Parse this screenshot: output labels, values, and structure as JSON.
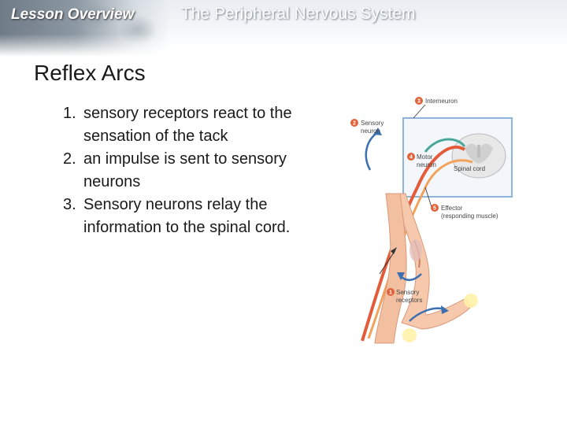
{
  "header": {
    "lesson": "Lesson Overview",
    "subtitle": "The Peripheral Nervous System"
  },
  "slide": {
    "title": "Reflex Arcs",
    "items": [
      {
        "num": "1.",
        "text": "sensory receptors react to the sensation of the tack"
      },
      {
        "num": "2.",
        "text": "an impulse is sent to sensory neurons"
      },
      {
        "num": "3.",
        "text": "Sensory neurons relay the information to the spinal cord."
      }
    ]
  },
  "figure": {
    "labels": {
      "interneuron": {
        "num": "3",
        "text": "Interneuron"
      },
      "sensory_neuron": {
        "num": "2",
        "line1": "Sensory",
        "line2": "neuron"
      },
      "motor_neuron": {
        "num": "4",
        "line1": "Motor",
        "line2": "neuron"
      },
      "spinal_cord": {
        "text": "Spinal cord"
      },
      "effector": {
        "num": "5",
        "line1": "Effector",
        "line2": "(responding muscle)"
      },
      "sensory_receptors": {
        "num": "1",
        "line1": "Sensory",
        "line2": "receptors"
      }
    },
    "colors": {
      "marker": "#e0623b",
      "arrow": "#3b6fb0",
      "box": "#8fb4d9"
    }
  }
}
